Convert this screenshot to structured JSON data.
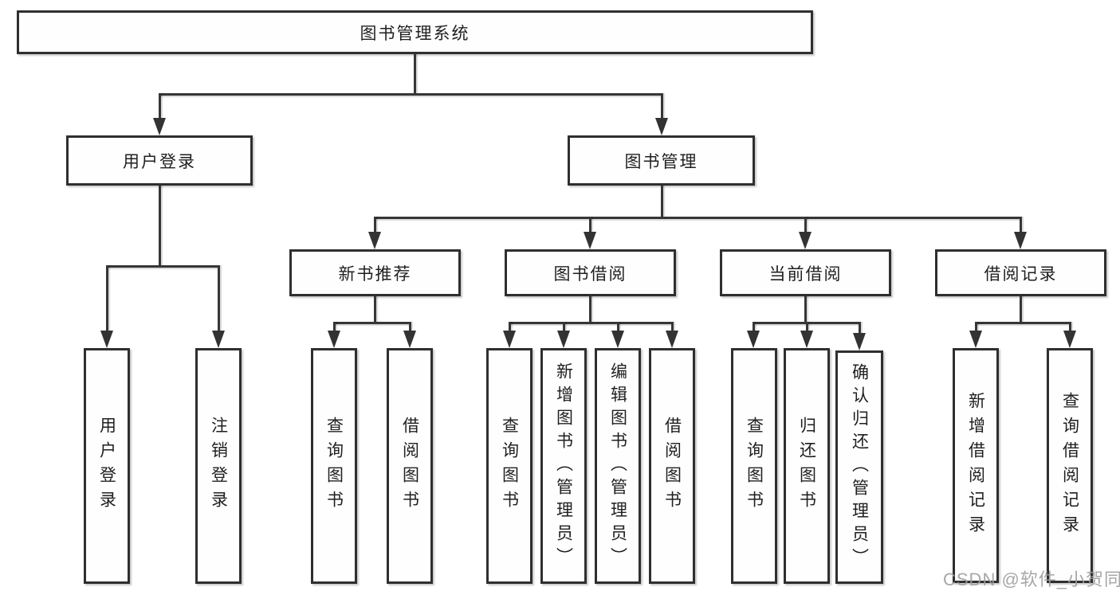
{
  "diagram": {
    "root": {
      "label": "图书管理系统"
    },
    "user_login": {
      "label": "用户登录",
      "children": [
        "用户登录",
        "注销登录"
      ]
    },
    "book_mgmt": {
      "label": "图书管理",
      "groups": [
        {
          "label": "新书推荐",
          "children": [
            "查询图书",
            "借阅图书"
          ]
        },
        {
          "label": "图书借阅",
          "children": [
            "查询图书",
            "新增图书（管理员）",
            "编辑图书（管理员）",
            "借阅图书"
          ]
        },
        {
          "label": "当前借阅",
          "children": [
            "查询图书",
            "归还图书",
            "确认归还（管理员）"
          ]
        },
        {
          "label": "借阅记录",
          "children": [
            "新增借阅记录",
            "查询借阅记录"
          ]
        }
      ]
    }
  },
  "watermark": "CSDN @软件_小贺同学",
  "colors": {
    "line": "#363636",
    "border": "#2f2f2f",
    "text": "#1f1f1f",
    "watermark": "#9e9e9e",
    "background": "#ffffff"
  }
}
